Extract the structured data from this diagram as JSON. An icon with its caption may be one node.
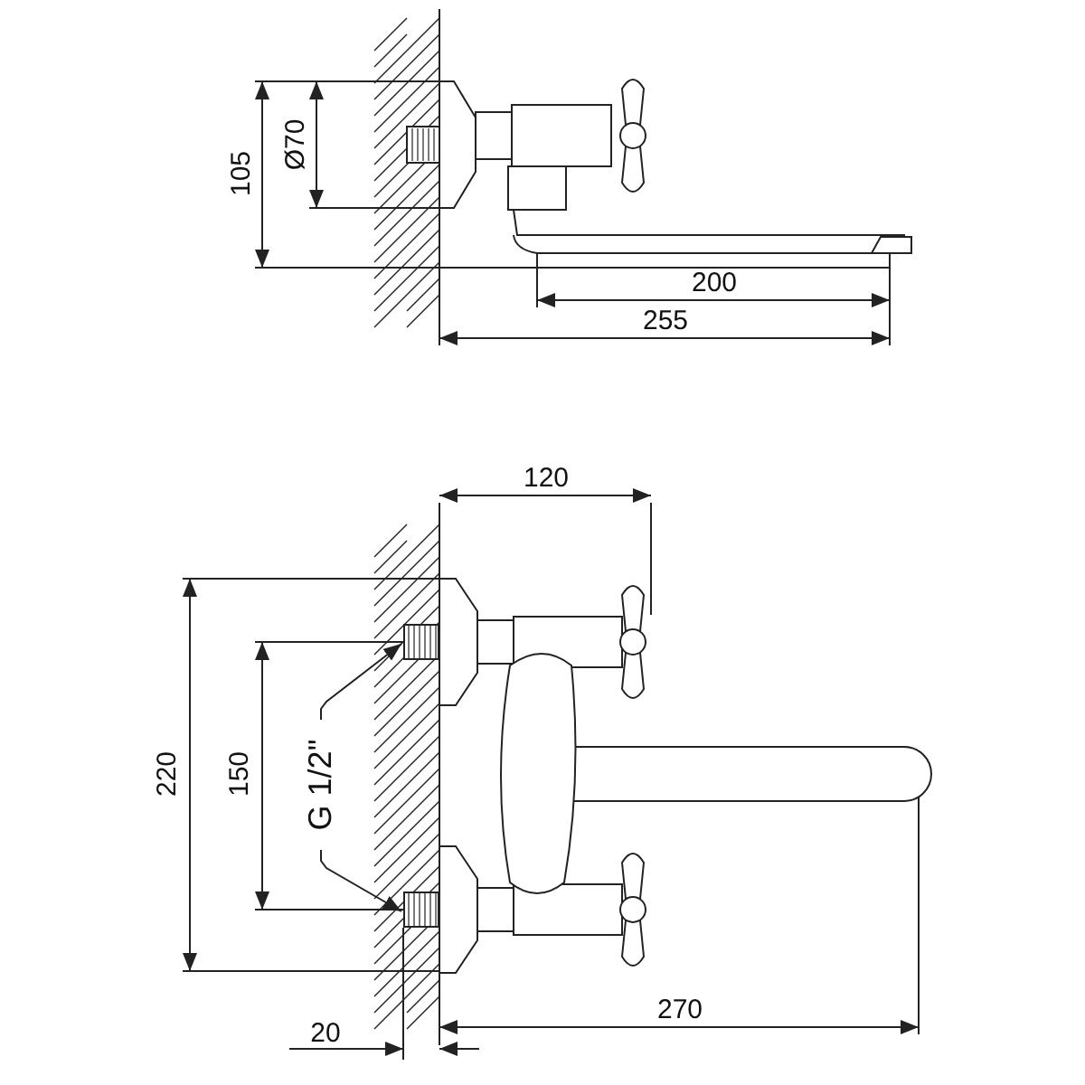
{
  "diagram": {
    "nodes": [
      {
        "text": [
          "G 1/2\""
        ]
      },
      {
        "text": [],
        "shape": "picture"
      },
      {
        "text": [],
        "shape": "picture"
      }
    ],
    "edges": [
      {
        "from": 0,
        "to": 1,
        "arrow": "to"
      },
      {
        "from": 0,
        "to": 2,
        "arrow": "to"
      }
    ],
    "labels": [
      "105",
      "Ø70",
      "200",
      "255",
      "120",
      "220",
      "150",
      "20",
      "270"
    ]
  }
}
